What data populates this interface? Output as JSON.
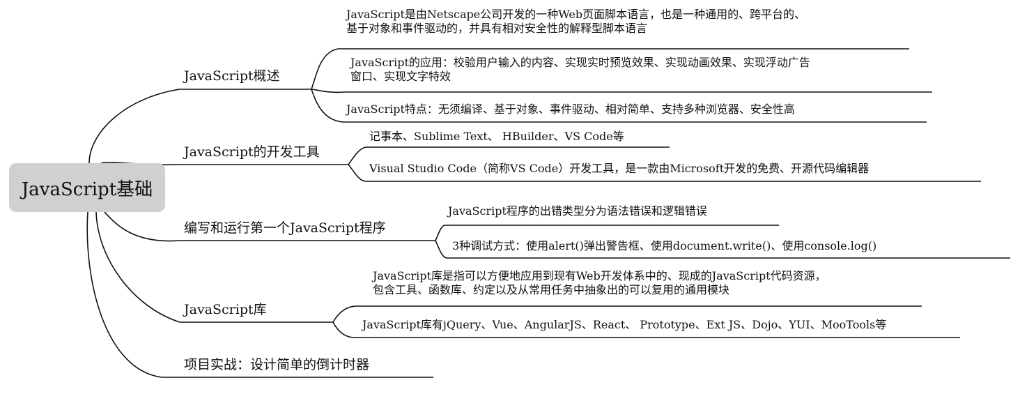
{
  "root": {
    "label": "JavaScript基础"
  },
  "branches": [
    {
      "label": "JavaScript概述",
      "children": [
        {
          "lines": [
            "JavaScript是由Netscape公司开发的一种Web页面脚本语言，也是一种通用的、跨平台的、",
            "基于对象和事件驱动的，并具有相对安全性的解释型脚本语言"
          ]
        },
        {
          "lines": [
            "JavaScript的应用：校验用户输入的内容、实现实时预览效果、实现动画效果、实现浮动广告",
            "窗口、实现文字特效"
          ]
        },
        {
          "lines": [
            "JavaScript特点：无须编译、基于对象、事件驱动、相对简单、支持多种浏览器、安全性高"
          ]
        }
      ]
    },
    {
      "label": "JavaScript的开发工具",
      "children": [
        {
          "lines": [
            "记事本、Sublime Text、 HBuilder、VS Code等"
          ]
        },
        {
          "lines": [
            "Visual Studio Code（简称VS Code）开发工具，是一款由Microsoft开发的免费、开源代码编辑器"
          ]
        }
      ]
    },
    {
      "label": "编写和运行第一个JavaScript程序",
      "children": [
        {
          "lines": [
            "JavaScript程序的出错类型分为语法错误和逻辑错误"
          ]
        },
        {
          "lines": [
            "3种调试方式：使用alert()弹出警告框、使用document.write()、使用console.log()"
          ]
        }
      ]
    },
    {
      "label": "JavaScript库",
      "children": [
        {
          "lines": [
            "JavaScript库是指可以方便地应用到现有Web开发体系中的、现成的JavaScript代码资源，",
            "包含工具、函数库、约定以及从常用任务中抽象出的可以复用的通用模块"
          ]
        },
        {
          "lines": [
            "JavaScript库有jQuery、Vue、AngularJS、React、 Prototype、Ext JS、Dojo、YUI、MooTools等"
          ]
        }
      ]
    },
    {
      "label": "项目实战：设计简单的倒计时器",
      "children": []
    }
  ],
  "colors": {
    "line": "#111111",
    "root_fill": "#d0d0d0",
    "text": "#111111"
  }
}
